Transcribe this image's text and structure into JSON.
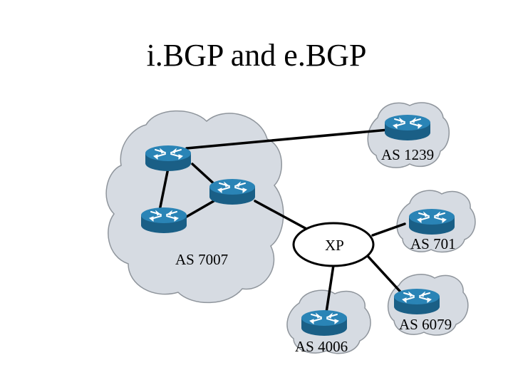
{
  "title": "i.BGP and e.BGP",
  "labels": {
    "as7007": "AS 7007",
    "as1239": "AS 1239",
    "as701": "AS 701",
    "as6079": "AS 6079",
    "as4006": "AS 4006",
    "xp": "XP"
  },
  "colors": {
    "cloud_fill": "#d6dbe2",
    "cloud_stroke": "#8f959c",
    "router_top": "#2a84b6",
    "router_side": "#1a5f86",
    "link": "#000000"
  },
  "icons": [
    "cloud",
    "router-icon",
    "exchange-point-ellipse"
  ]
}
